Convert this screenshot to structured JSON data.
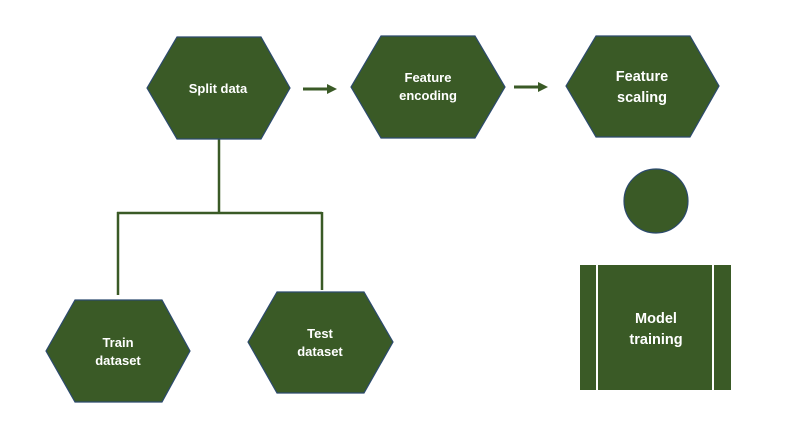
{
  "colors": {
    "node_fill": "#3a5a26",
    "node_outline": "#2c4a6e",
    "connector": "#3a5a26",
    "background": "#ffffff"
  },
  "nodes": {
    "split_data": {
      "line1": "Split data"
    },
    "feature_encoding": {
      "line1": "Feature",
      "line2": "encoding"
    },
    "feature_scaling": {
      "line1": "Feature",
      "line2": "scaling"
    },
    "train_dataset": {
      "line1": "Train",
      "line2": "dataset"
    },
    "test_dataset": {
      "line1": "Test",
      "line2": "dataset"
    },
    "model_training": {
      "line1": "Model",
      "line2": "training"
    }
  }
}
